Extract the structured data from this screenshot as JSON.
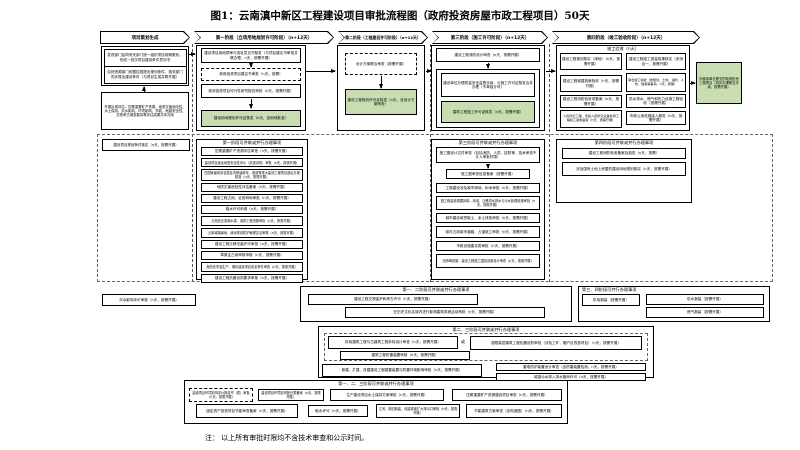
{
  "title": "图1：云南滇中新区工程建设项目审批流程图（政府投资房屋市政工程项目）50天",
  "note": "注：  以上所有审批时限均不含技术审查和公示时间。",
  "colors": {
    "green": "#c9ddb2"
  },
  "headers": [
    "项目策划生成",
    "第一阶段（立项用地规划许可阶段）（n+12天）",
    "第二阶段（工程建设许可阶段）（n+12天）",
    "第三阶段（施工许可阶段）（n+12天）",
    "第四阶段（竣工验收阶段）（n+12天）"
  ],
  "planning": {
    "top1": "发改部门会同有关部门统一组织项目前期策划，形成一批次项目建设条件意向书",
    "top2": "自然资源部门依据控规提出规划条件，相关部门同步提出建设条件（与项目生成并联开展）",
    "bottom": "开展区域评估：压覆重要矿产资源、地质灾害危险性、水土保持、洪水影响、环境影响、节能、地震安全性、文物考古调查勘探等评估成果共享共用",
    "below": "建设项目规划条件核定（n天，按需开展）"
  },
  "stage1": {
    "main": [
      "建设项目用地预审与选址意见书核发（与项目建议书审批并联办理，n天，按需开展）",
      "政府投资项目建议书审批（n天，按需）",
      "政府投资项目可行性研究报告审批（n天，按需开展）",
      "建设用地规划许可证核发（n天，含用地批准）"
    ],
    "parallel_title": "第一阶段可并联或并行办理事项",
    "parallel": [
      "压覆重要矿产资源评估审批（n天，按需开展）",
      "建设项目选址地震安全性评价（抗震设防）审批（n天，按需开展）",
      "在国家级风景名胜区内修建缆车、索道等重大建设工程项目选址方案核准（n天，按需开展）",
      "地质灾害危险性评估备案（n天，按需开展）",
      "建设工程占用、征用林地审批（n天，按需开展）",
      "取水许可申请（n天，按需开展）",
      "占用农业灌溉水源、灌排工程设施审批（n天，按需开展）",
      "占用城镇绿地、绿化规划防护管理意见审核（n天，按需开展）",
      "建设工程迁移坟墓许可审批（n天，按需开展）",
      "草原征占用审核申报（n天，按需开展）",
      "危险化学品生产、储存建设项目安全条件审查（n天，按需开展）",
      "建设工程抗震设防要求审核（n天，按需开展）"
    ]
  },
  "stage2": {
    "review": "设计方案联合审查（按需开展）",
    "green": "建设工程规划许可证核发（n天，含设计方案审查）"
  },
  "stage3": {
    "fire": "建设工程消防设计审查（n天，按需开展）",
    "quality": "建设单位办理质量安全监督手续，与施工许可证核发合并办理（不单独计时）",
    "green": "建筑工程施工许可证核发（n天，按需开展）",
    "parallel_title": "第三阶段可并联或并行办理事项",
    "parallel": [
      "施工图设计文件审查（包括消防、人防、技防等，技术审查不计入审批时限）",
      "施工图审查信息备案（按需开展）",
      "工程建设涉及城市绿地、树木审批（n天，按需开展）",
      "因工程建设需要拆除、改动、迁移供水排水与污水处理设施审批（n天，按需开展）",
      "城市建设填挖取土、余土排放审批（n天，按需开展）",
      "临时占用城市道路、占道施工审批（n天，按需开展）",
      "市政设施建设类审批（n天，按需开展）",
      "无障碍设施、建设工程施工围挡设置设计审查（n天，按需开展）"
    ]
  },
  "stage4": {
    "container_title": "竣工验收（n天）",
    "left": [
      "建设工程规划核实（绿地）（n天，按需开展）",
      "建设工程城建档案验收（n天，按需开展）",
      "建设工程消防验收或备案（n天，按需开展）",
      "人民防空工程、涉铁人民防空设备检测工程竣工验收备案（n天，按需开展）"
    ],
    "right": [
      "建设工程竣工测量成果核实（多测合一，按需开展）",
      "联合竣工验收（含规划、土地、消防、人防、档案等事项，n天，按需）",
      "供水排水、燃气和热力设施工程验收（按需开展）",
      "市政公用设施接入服务（n天，按需开展）"
    ],
    "handover": "向使用单位移交的政府投资工程项目（同步办理移交手续，按需开展）",
    "parallel_title": "第四阶段可并联或并行办理事项",
    "parallel": [
      "建设工程消防验收备案及抽查（n天，按需）",
      "涉及国有土地上房屋的建设用地规划核实（n天，按需开展）"
    ]
  },
  "bands": {
    "flood": "洪水影响评价审核（n天，按需开展）",
    "groupA": {
      "title": "第一、二阶段可并联或并行办理事项",
      "items": [
        "建设工程文物保护和考古许可（n天，按需开展）",
        "在历史文化名城内进行影响建筑风貌活动审批（n天，按需开展）"
      ]
    },
    "groupB": {
      "title": "第三、四阶段可并行办理事项",
      "items": [
        "供电报装（按需开展）",
        "供水报装（按需开展）",
        "燃气报装（按需开展）"
      ]
    },
    "groupC": {
      "title": "第二、三阶段可并联或并行办理事项",
      "or_label": "或",
      "dashed_items": [
        "拆除建筑工程与古建筑工程拆除设计审查（n天，按需开展）",
        "超限高层建筑工程抗震设防审批（涉及工矿、棚户区改造项目）（n天，按需开展）",
        "建筑工程防雷装置审核（n天，按需开展）"
      ],
      "items": [
        "新建、扩建、改建建设工程避雷装置与防雷环境影响审批（n天，按需开展）",
        "雷电防护装置设计审查（含防雷装置检测，n天，按需开展）",
        "城镇污水排入排水管网许可（n天，按需开展）"
      ]
    },
    "groupD": {
      "title": "第一、二、三阶段可并联或并行办理事项",
      "items": [
        "建设项目环境影响评价报告书（表）审批（n天，按需开展）",
        "建设项目环境影响登记表备案（n天，按需开展）",
        "生产建设项目水土保持方案审批（n天，按需开展）",
        "压覆重要矿产资源建设项目审查（n天，按需开展）",
        "固定资产投资项目节能审查备案（n天，按需开展）",
        "取水许可（n天，按需开展）",
        "江河、湖泊新建、改建或者扩大排污口审批（n天，按需开展）",
        "节能建筑方案审查（含构造图）（n天，按需开展）"
      ]
    }
  }
}
